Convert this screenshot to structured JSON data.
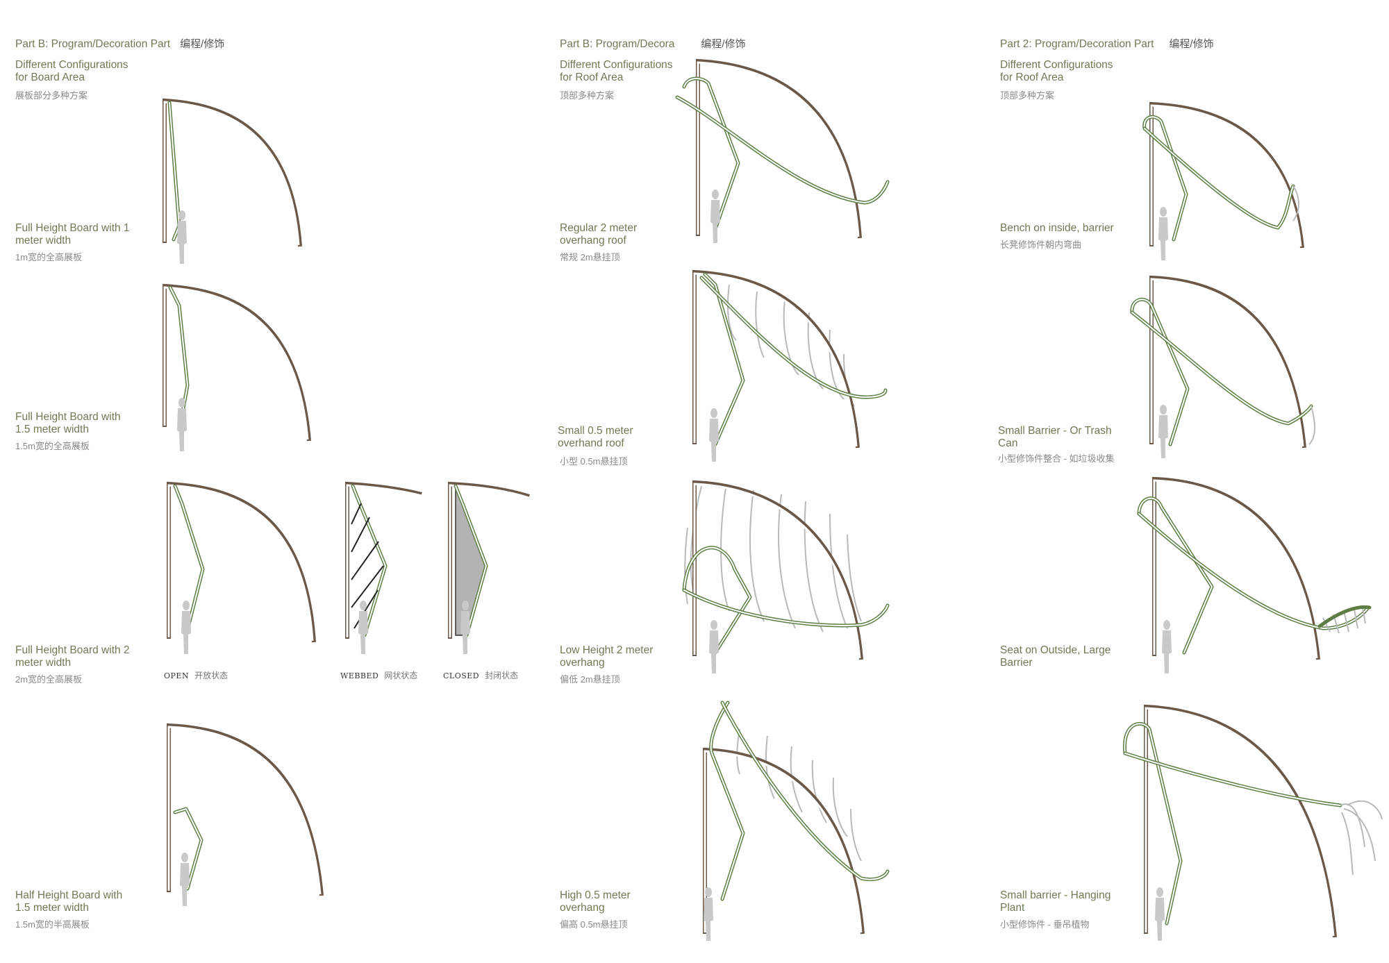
{
  "columns": [
    {
      "heading_en": "Part B: Program/Decoration Part",
      "heading_zh": "编程/修饰",
      "subtitle_en": "Different Configurations\nfor Board Area",
      "subtitle_zh": "展板部分多种方案",
      "items": [
        {
          "en": "Full Height Board with 1\nmeter width",
          "zh": "1m宽的全高展板"
        },
        {
          "en": "Full Height Board with\n1.5 meter width",
          "zh": "1.5m宽的全高展板"
        },
        {
          "en": "Full Height Board with 2\nmeter width",
          "zh": "2m宽的全高展板"
        },
        {
          "en": "Half Height Board with\n1.5 meter width",
          "zh": "1.5m宽的半高展板"
        }
      ]
    },
    {
      "heading_en": "Part B: Program/Decora",
      "heading_zh": "编程/修饰",
      "subtitle_en": "Different Configurations\nfor Roof Area",
      "subtitle_zh": "顶部多种方案",
      "items": [
        {
          "en": "Regular 2 meter\noverhang roof",
          "zh": "常规 2m悬挂顶"
        },
        {
          "en": "Small 0.5 meter\noverhand roof",
          "zh": "小型 0.5m悬挂顶"
        },
        {
          "en": "Low Height 2 meter\noverhang",
          "zh": "偏低 2m悬挂顶"
        },
        {
          "en": "High 0.5 meter\noverhang",
          "zh": "偏高 0.5m悬挂顶"
        }
      ]
    },
    {
      "heading_en": "Part 2: Program/Decoration Part",
      "heading_zh": "编程/修饰",
      "subtitle_en": "Different Configurations\nfor Roof Area",
      "subtitle_zh": "顶部多种方案",
      "items": [
        {
          "en": "Bench on inside, barrier",
          "zh": "长凳修饰件朝内弯曲"
        },
        {
          "en": "Small Barrier - Or Trash\nCan",
          "zh": "小型修饰件整合 - 如垃圾收集"
        },
        {
          "en": "Seat on Outside, Large\nBarrier",
          "zh": ""
        },
        {
          "en": "Small barrier - Hanging\nPlant",
          "zh": "小型修饰件 - 垂吊植物"
        }
      ]
    }
  ],
  "board_states": [
    {
      "en": "OPEN",
      "zh": "开放状态"
    },
    {
      "en": "WEBBED",
      "zh": "网状状态"
    },
    {
      "en": "CLOSED",
      "zh": "封闭状态"
    }
  ],
  "colors": {
    "text": "#6e7a55",
    "frame": "#6b5848",
    "green": "#5d7d45"
  }
}
